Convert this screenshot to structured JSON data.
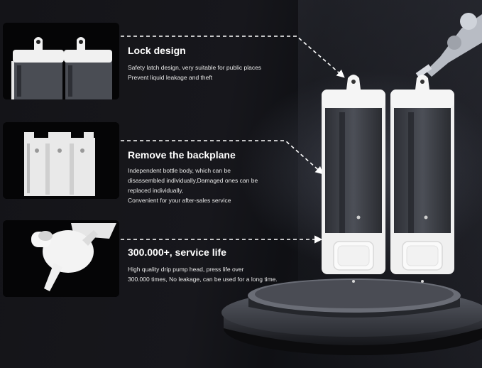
{
  "features": [
    {
      "title": "Lock design",
      "lines": [
        "Safety latch design, very suitable for public places",
        "Prevent liquid leakage and theft"
      ]
    },
    {
      "title": "Remove the backplane",
      "lines": [
        "Independent bottle body, which can be",
        "disassembled individually,Damaged ones can be",
        "replaced individually,",
        "Convenient for your after-sales service"
      ]
    },
    {
      "title": "300.000+, service life",
      "lines": [
        "High quality drip pump head, press life over",
        " 300.000 times, No leakage, can be used for a long time."
      ]
    }
  ],
  "colors": {
    "background": "#0d0d10",
    "text": "#ffffff",
    "dispenser_body": "#f2f2f2",
    "dispenser_window": "#3a3d44"
  }
}
